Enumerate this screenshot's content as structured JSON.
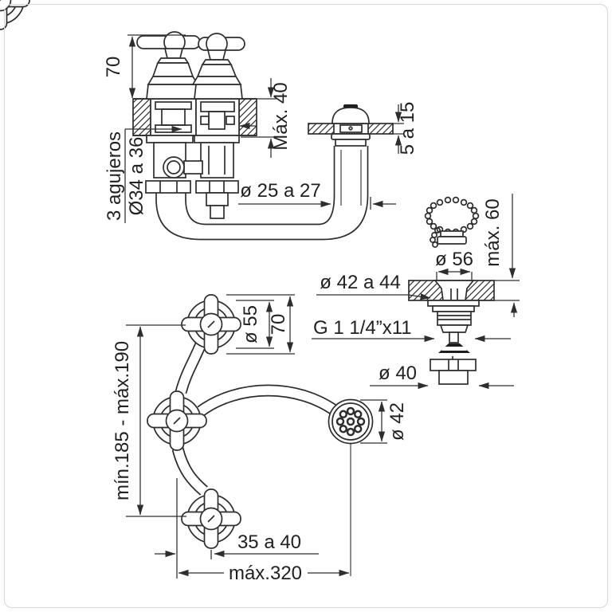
{
  "colors": {
    "line": "#2e2e2e",
    "text": "#212121",
    "background": "#ffffff",
    "frame_border": "#d6d6d6"
  },
  "labels": {
    "front_view": {
      "handle_height": "70",
      "deck_thickness": "Máx. 40",
      "holes_note_line1": "3 agujeros",
      "holes_note_line2": "Ø34 a 36",
      "tube_diameter": "ø 25 a 27",
      "spout_deck_thickness": "5 a 15"
    },
    "drain_detail": {
      "stopper_height": "máx. 60",
      "flange_diameter": "ø 56",
      "hole_diameter": "ø 42 a 44",
      "thread": "G 1 1/4”x11",
      "nut_diameter": "ø 40"
    },
    "plan_view": {
      "handle_diameter": "ø 55",
      "handle_width": "70",
      "height_range": "mín.185 - máx.190",
      "sprayer_diameter": "ø 42",
      "offset": "35 a 40",
      "max_width": "máx.320"
    }
  }
}
